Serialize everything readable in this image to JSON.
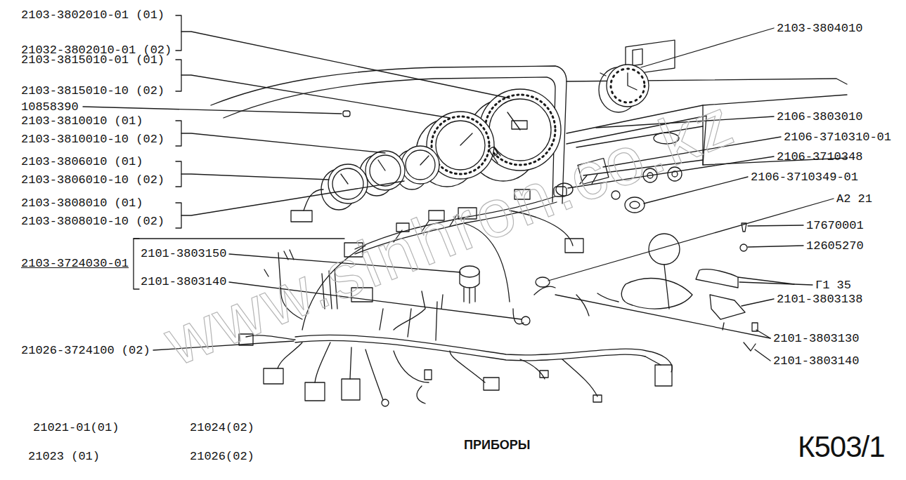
{
  "diagram": {
    "title": "ПРИБОРЫ",
    "labels": [
      "2103-3802010-01 (01)",
      "21032-3802010-01 (02)",
      "2103-3815010-01 (01)",
      "2103-3815010-10 (02)",
      "10858390",
      "2103-3810010 (01)",
      "2103-3810010-10 (02)",
      "2103-3806010 (01)",
      "2103-3806010-10 (02)",
      "2103-3808010 (01)",
      "2103-3808010-10 (02)",
      "2103-3724030-01",
      "2101-3803150",
      "2101-3803140",
      "21026-3724100 (02)",
      "2103-3804010",
      "2106-3803010",
      "2106-3710310-01",
      "2106-3710348",
      "2106-3710349-01",
      "А2 21",
      "17670001",
      "12605270",
      "Г1 35",
      "2101-3803138",
      "2101-3803130",
      "2101-3803140",
      "21021-01(01)",
      "21024(02)",
      "21023 (01)",
      "21026(02)",
      "К503/1",
      "www.sinhron.co.kz"
    ]
  }
}
